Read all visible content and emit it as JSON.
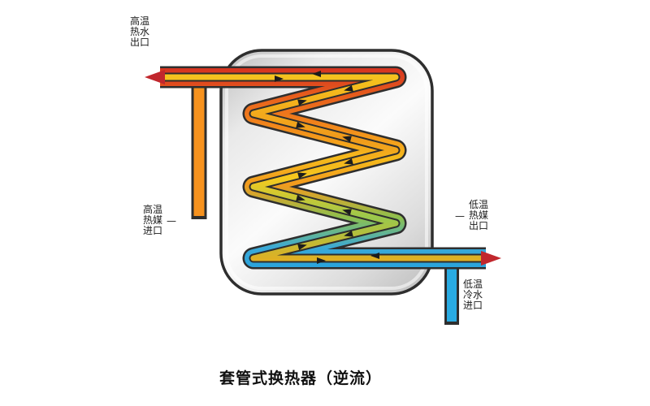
{
  "diagram": {
    "caption": "套管式换热器（逆流）",
    "labels": {
      "top_left": {
        "lines": [
          "高温",
          "热水",
          "出口"
        ]
      },
      "left_middle": {
        "dash": "—",
        "lines": [
          "高温",
          "热媒",
          "进口"
        ]
      },
      "right_middle": {
        "dash": "—",
        "lines": [
          "低温",
          "热媒",
          "出口"
        ]
      },
      "bottom_right": {
        "lines": [
          "低温",
          "冷水",
          "进口"
        ]
      }
    },
    "colors": {
      "hot": "#d63420",
      "warm": "#f28a1b",
      "yellow": "#f5bb1c",
      "green": "#8cc04f",
      "cold": "#29a3dc",
      "outline": "#2e2e2e",
      "flow_arrow": "#1c1c1c",
      "end_arrow": "#c1272d"
    }
  }
}
